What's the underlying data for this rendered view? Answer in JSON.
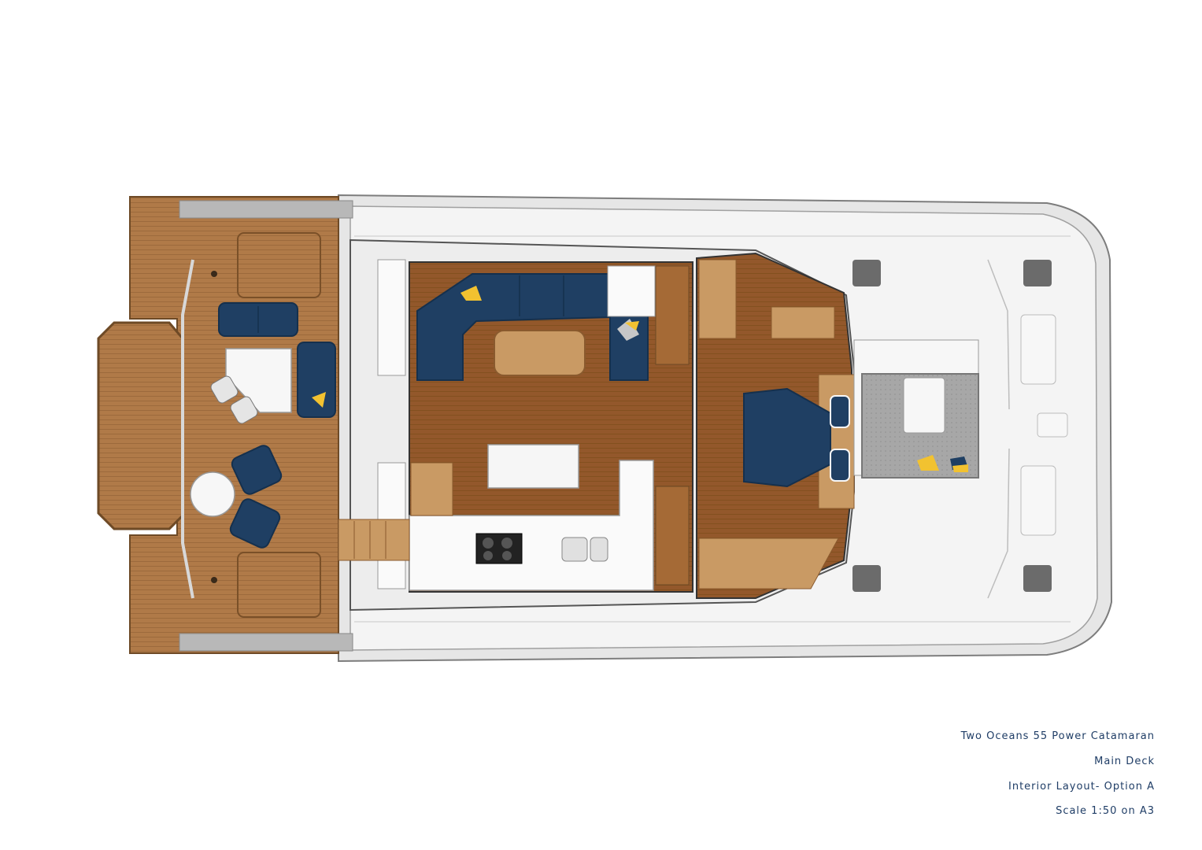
{
  "caption": {
    "title": "Two Oceans 55 Power Catamaran",
    "deck": "Main Deck",
    "layout": "Interior Layout- Option A",
    "scale": "Scale 1:50 on A3"
  },
  "colors": {
    "teak": "#b07a48",
    "teak_dark": "#8a5a2e",
    "floor": "#93582b",
    "floor_light": "#a56a36",
    "upholstery": "#1f3f63",
    "cushion_yellow": "#f2c230",
    "tan": "#c99a64",
    "deck_white": "#f4f4f4",
    "hull_grey": "#9a9a9a",
    "hatch_grey": "#6b6b6b",
    "carpet_grey": "#a7a7a7",
    "caption_blue": "#1f3d66"
  }
}
